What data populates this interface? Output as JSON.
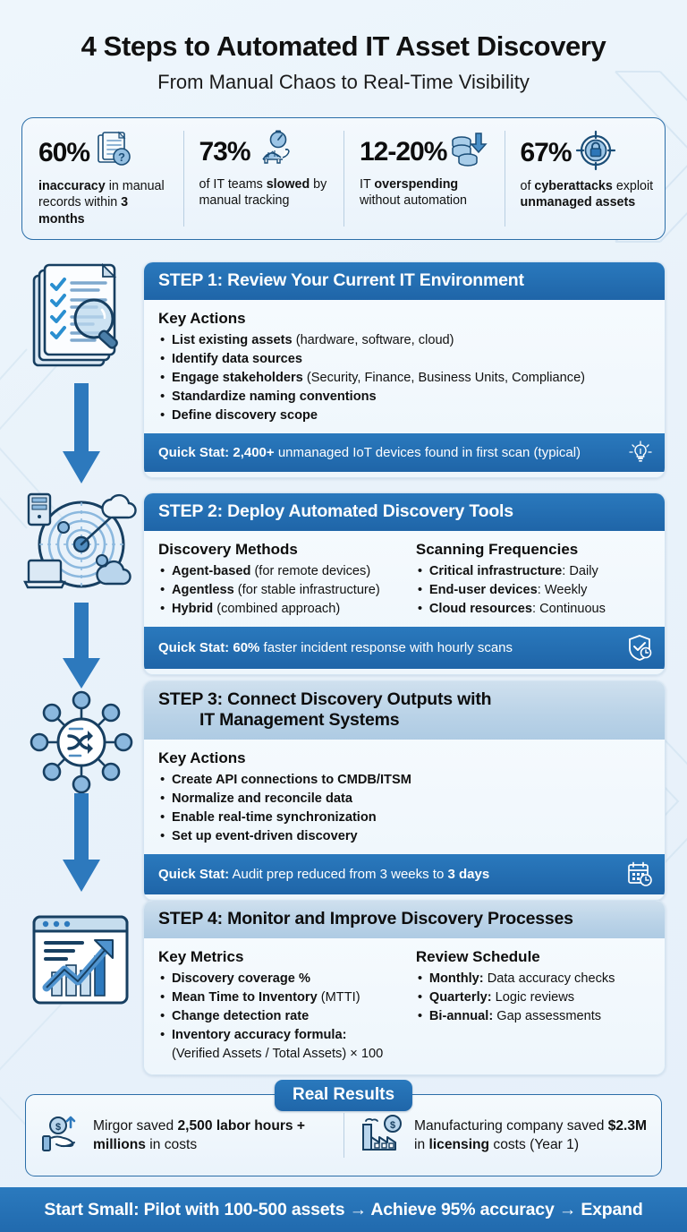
{
  "header": {
    "title": "4 Steps to Automated IT Asset Discovery",
    "subtitle": "From Manual Chaos to Real-Time Visibility"
  },
  "colors": {
    "primary_blue": "#1f65a8",
    "header_blue": "#2a79bd",
    "light_header": "#b9d2e7",
    "page_bg": "#eaf3fb",
    "accent_icon": "#6aa5d6"
  },
  "stats": [
    {
      "number": "60%",
      "icon": "document-question-icon",
      "desc_html": "<b>inaccuracy</b> in manual records within <b>3 months</b>"
    },
    {
      "number": "73%",
      "icon": "turtle-stopwatch-icon",
      "desc_html": "of IT teams <b>slowed</b> by manual tracking"
    },
    {
      "number": "12-20%",
      "icon": "coins-down-arrow-icon",
      "desc_html": "IT <b>overspending</b> without automation"
    },
    {
      "number": "67%",
      "icon": "lock-target-icon",
      "desc_html": "of <b>cyberattacks</b> exploit <b>unmanaged assets</b>"
    }
  ],
  "steps": [
    {
      "icon": "checklist-magnifier-icon",
      "header_line1": "STEP 1: Review Your Current IT Environment",
      "header_line2": "",
      "header_style": "solid",
      "columns": [
        {
          "sub_heading": "Key Actions",
          "bullets": [
            "<b>List existing assets</b> (hardware, software, cloud)",
            "<b>Identify data sources</b>",
            "<b>Engage stakeholders</b> (Security, Finance, Business Units, Compliance)",
            "<b>Standardize naming conventions</b>",
            "<b>Define discovery scope</b>"
          ]
        }
      ],
      "quick_stat_html": "<b>Quick Stat: 2,400+</b> unmanaged IoT devices found in first scan (typical)",
      "quick_stat_icon": "lightbulb-icon"
    },
    {
      "icon": "radar-network-icon",
      "header_line1": "STEP 2: Deploy Automated Discovery Tools",
      "header_line2": "",
      "header_style": "solid",
      "columns": [
        {
          "sub_heading": "Discovery Methods",
          "bullets": [
            "<b>Agent-based</b> (for remote devices)",
            "<b>Agentless</b> (for stable infrastructure)",
            "<b>Hybrid</b> (combined approach)"
          ]
        },
        {
          "sub_heading": "Scanning Frequencies",
          "bullets": [
            "<b>Critical infrastructure</b>: Daily",
            "<b>End-user devices</b>: Weekly",
            "<b>Cloud resources</b>: Continuous"
          ]
        }
      ],
      "quick_stat_html": "<b>Quick Stat: 60%</b> faster incident response with hourly scans",
      "quick_stat_icon": "shield-clock-icon"
    },
    {
      "icon": "hub-connections-icon",
      "header_line1": "STEP 3: Connect Discovery Outputs with",
      "header_line2": "IT Management Systems",
      "header_style": "light",
      "columns": [
        {
          "sub_heading": "Key Actions",
          "bullets": [
            "<b>Create API connections to CMDB/ITSM</b>",
            "<b>Normalize and reconcile data</b>",
            "<b>Enable real-time synchronization</b>",
            "<b>Set up event-driven discovery</b>"
          ]
        }
      ],
      "quick_stat_html": "<b>Quick Stat:</b> Audit prep reduced from 3 weeks to <b>3 days</b>",
      "quick_stat_icon": "calendar-clock-icon"
    },
    {
      "icon": "dashboard-chart-icon",
      "header_line1": "STEP 4: Monitor and Improve Discovery Processes",
      "header_line2": "",
      "header_style": "light",
      "columns": [
        {
          "sub_heading": "Key Metrics",
          "bullets": [
            "<b>Discovery coverage %</b>",
            "<b>Mean Time to Inventory</b> (MTTI)",
            "<b>Change detection rate</b>",
            "<b>Inventory accuracy formula:</b>",
            "(Verified Assets / Total Assets) × 100"
          ]
        },
        {
          "sub_heading": "Review Schedule",
          "bullets": [
            "<b>Monthly:</b> Data accuracy checks",
            "<b>Quarterly:</b> Logic reviews",
            "<b>Bi-annual:</b> Gap assessments"
          ]
        }
      ],
      "quick_stat_html": "",
      "quick_stat_icon": ""
    }
  ],
  "results": {
    "badge": "Real Results",
    "items": [
      {
        "icon": "hand-coin-icon",
        "text_html": "Mirgor saved <b>2,500 labor hours + millions</b> in costs"
      },
      {
        "icon": "factory-coin-icon",
        "text_html": "Manufacturing company saved <b>$2.3M</b> in <b>licensing</b> costs (Year 1)"
      }
    ]
  },
  "banner": {
    "text": "Start Small: Pilot with 100-500 assets → Achieve 95% accuracy → Expand"
  }
}
